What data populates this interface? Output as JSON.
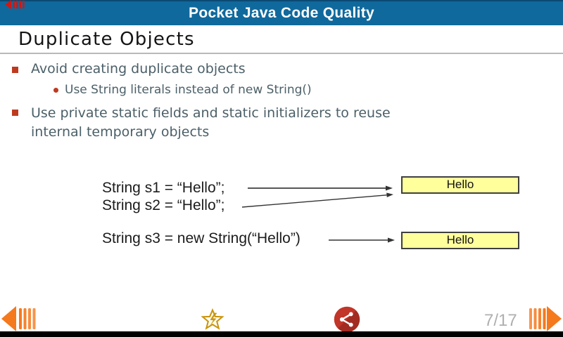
{
  "app_bar": {
    "title": "Pocket Java Code Quality"
  },
  "slide": {
    "title": "Duplicate Objects",
    "bullets": [
      {
        "level": 1,
        "lines": [
          "Avoid creating duplicate objects"
        ]
      },
      {
        "level": 2,
        "lines": [
          "Use String literals instead of new String()"
        ]
      },
      {
        "level": 1,
        "lines": [
          "Use private static fields and static initializers to reuse",
          "internal temporary objects"
        ]
      }
    ],
    "diagram": {
      "code_lines": [
        "String s1 = “Hello”;",
        "String s2 = “Hello”;",
        "String s3 = new String(“Hello”)"
      ],
      "object_boxes": [
        {
          "label": "Hello"
        },
        {
          "label": "Hello"
        }
      ]
    }
  },
  "toolbar": {
    "page_indicator": "7/17",
    "icons": [
      "red-back-arrow-icon",
      "prev-arrow-icon",
      "star-icon",
      "share-icon",
      "next-arrow-icon"
    ]
  },
  "colors": {
    "topbar": "#10699c",
    "topbar_edge": "#0a4a73",
    "title_text": "#141414",
    "divider": "#b9b9b9",
    "bullet_text": "#4b5f68",
    "bullet_marker": "#be3a1f",
    "diagram_text": "#1c1c1c",
    "box_fill": "#ffff9c",
    "box_border": "#3f3f3f",
    "arrow_line": "#3a3a3a",
    "orange": "#f5791d",
    "gold": "#c9940b",
    "share_red": "#c23529",
    "page_gray": "#afafaf",
    "red_arrow": "#d01712",
    "bottom_strip": "#000000"
  }
}
